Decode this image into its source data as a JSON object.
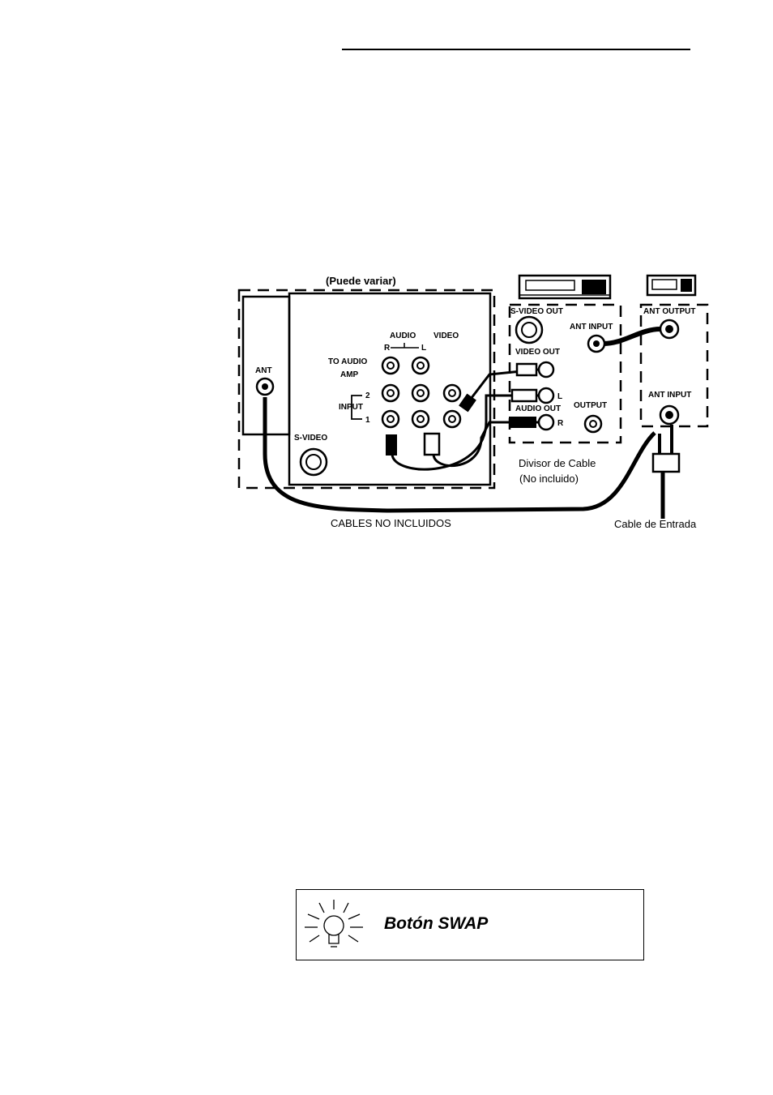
{
  "diagram": {
    "note": "(Puede variar)",
    "tv": {
      "ant": "ANT",
      "s_video": "S-VIDEO",
      "audio": "AUDIO",
      "video": "VIDEO",
      "r": "R",
      "l": "L",
      "to_audio_amp_1": "TO AUDIO",
      "to_audio_amp_2": "AMP",
      "input": "INPUT",
      "in_2": "2",
      "in_1": "1"
    },
    "vcr": {
      "s_video_out": "S-VIDEO OUT",
      "ant_input": "ANT INPUT",
      "video_out": "VIDEO OUT",
      "l": "L",
      "r": "R",
      "audio_out": "AUDIO OUT",
      "output": "OUTPUT"
    },
    "cable_box": {
      "ant_output": "ANT OUTPUT",
      "ant_input": "ANT INPUT"
    },
    "splitter_1": "Divisor de Cable",
    "splitter_2": "(No incluido)",
    "cables_note": "CABLES NO INCLUIDOS",
    "cable_in": "Cable de Entrada"
  },
  "tip": {
    "title": "Botón SWAP",
    "icon": "lightbulb-icon"
  }
}
